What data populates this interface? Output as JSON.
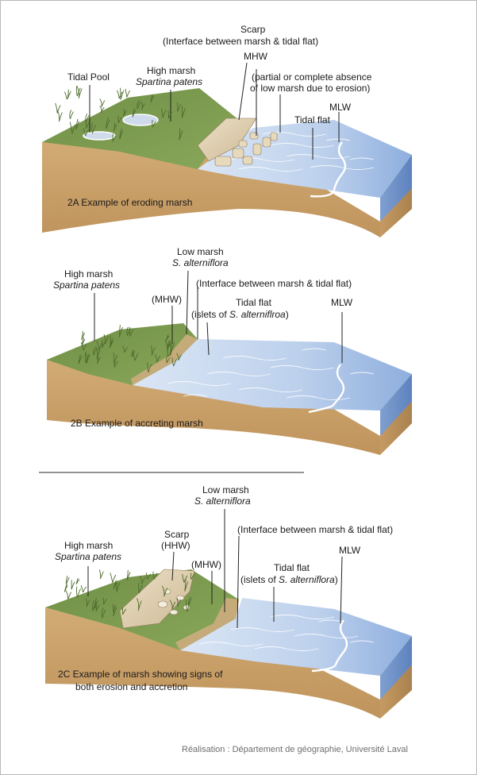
{
  "panels": {
    "a": {
      "caption": "2A   Example of eroding marsh",
      "labels": {
        "tidal_pool": "Tidal Pool",
        "high_marsh": "High marsh",
        "high_marsh_species": "Spartina patens",
        "scarp": "Scarp",
        "interface": "(Interface between marsh & tidal flat)",
        "mhw": "MHW",
        "erosion_note_1": "(partial or complete absence",
        "erosion_note_2": "of low marsh due to erosion)",
        "mlw": "MLW",
        "tidal_flat": "Tidal flat"
      }
    },
    "b": {
      "caption": "2B   Example of accreting marsh",
      "labels": {
        "low_marsh": "Low marsh",
        "low_marsh_species": "S. alterniflora",
        "high_marsh": "High marsh",
        "high_marsh_species": "Spartina patens",
        "interface": "(Interface between marsh & tidal flat)",
        "mhw": "(MHW)",
        "tidal_flat": "Tidal flat",
        "islets_prefix": "(islets of ",
        "islets_species": "S. alterniflroa",
        "islets_suffix": ")",
        "mlw": "MLW"
      }
    },
    "c": {
      "caption_line1": "2C   Example of marsh showing signs of",
      "caption_line2": "both erosion and accretion",
      "labels": {
        "low_marsh": "Low marsh",
        "low_marsh_species": "S. alterniflora",
        "interface": "(Interface between marsh & tidal flat)",
        "scarp": "Scarp",
        "hhw": "(HHW)",
        "mlw": "MLW",
        "high_marsh": "High marsh",
        "high_marsh_species": "Spartina patens",
        "mhw": "(MHW)",
        "tidal_flat": "Tidal flat",
        "islets_prefix": "(islets of ",
        "islets_species": "S. alterniflora",
        "islets_suffix": ")"
      }
    }
  },
  "credit": "Réalisation : Département de géographie, Université Laval",
  "colors": {
    "marsh_top": "#7a9a4e",
    "soil": "#c9a06a",
    "soil_dark": "#b48a55",
    "water": "#c9d9ef",
    "water_deep": "#8fb0dc",
    "scarp": "#e2d3b5"
  }
}
